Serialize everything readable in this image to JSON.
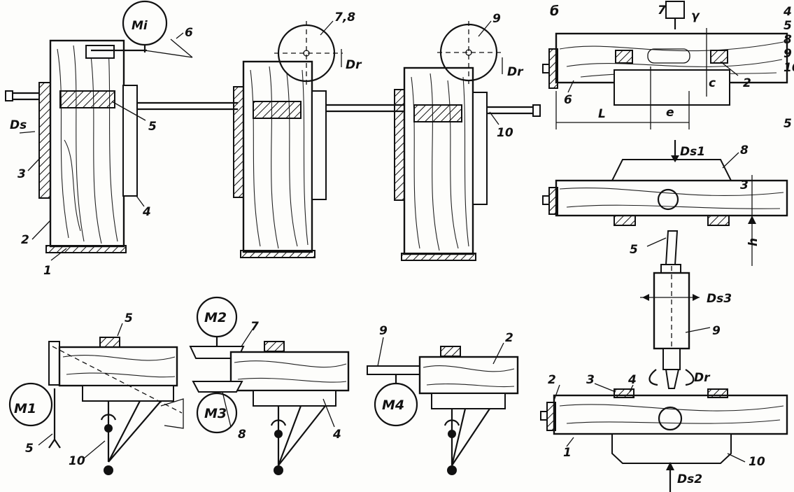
{
  "sheet_label": "б",
  "motors": [
    "Mi",
    "M1",
    "M2",
    "M3",
    "M4"
  ],
  "feed_labels": [
    "Ds",
    "Dr",
    "Dr",
    "Ds1",
    "Ds2",
    "Ds3",
    "Dr"
  ],
  "dimension_labels": [
    "L",
    "e",
    "c",
    "γ",
    "h"
  ],
  "part_numbers": [
    "1",
    "2",
    "3",
    "4",
    "5",
    "6",
    "7,8",
    "9",
    "10",
    "2",
    "3",
    "4",
    "5",
    "6",
    "7",
    "8",
    "9",
    "10",
    "1",
    "2",
    "3",
    "4",
    "5",
    "8",
    "9",
    "10",
    "5",
    "10",
    "7",
    "8",
    "4",
    "9",
    "2"
  ]
}
